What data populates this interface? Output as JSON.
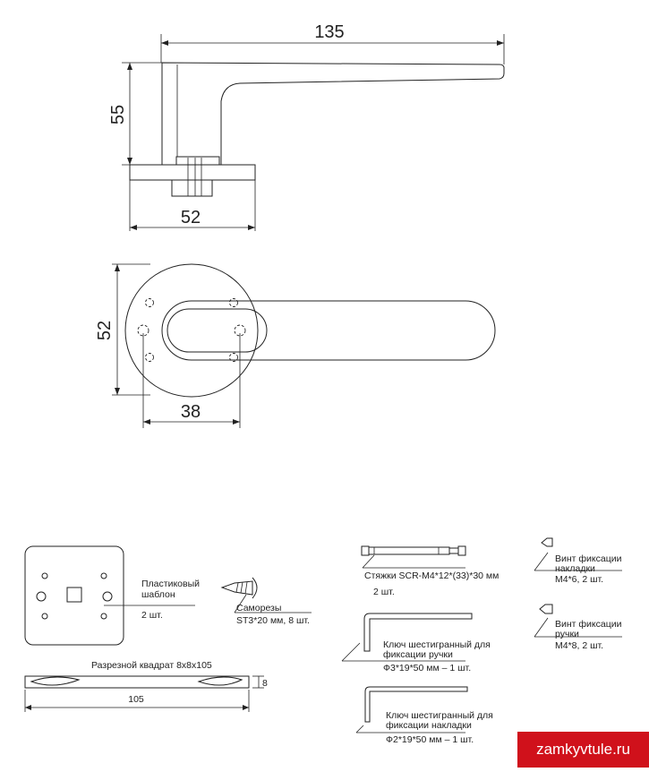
{
  "dimensions": {
    "handle_length": "135",
    "handle_height": "55",
    "rose_width": "52",
    "rose_diameter": "52",
    "hole_spacing": "38"
  },
  "parts": {
    "template": {
      "name": "Пластиковый\nшаблон",
      "qty": "2 шт."
    },
    "screws": {
      "name": "Саморезы",
      "spec": "ST3*20 мм, 8 шт."
    },
    "spindle": {
      "name": "Разрезной квадрат 8х8х105",
      "dim_height": "8",
      "dim_length": "105"
    },
    "bolts": {
      "name": "Стяжки SCR-M4*12*(33)*30 мм",
      "qty": "2 шт."
    },
    "hex_key_handle": {
      "name": "Ключ шестигранный для\nфиксации ручки",
      "spec": "Ф3*19*50 мм – 1 шт."
    },
    "hex_key_rose": {
      "name": "Ключ шестигранный для\nфиксации накладки",
      "spec": "Ф2*19*50 мм – 1 шт."
    },
    "screw_rose": {
      "name": "Винт фиксации\nнакладки",
      "spec": "М4*6, 2 шт."
    },
    "screw_handle": {
      "name": "Винт фиксации\nручки",
      "spec": "М4*8, 2 шт."
    }
  },
  "watermark": {
    "text": "zamkyvtule.ru",
    "bg_color": "#d0111b"
  }
}
